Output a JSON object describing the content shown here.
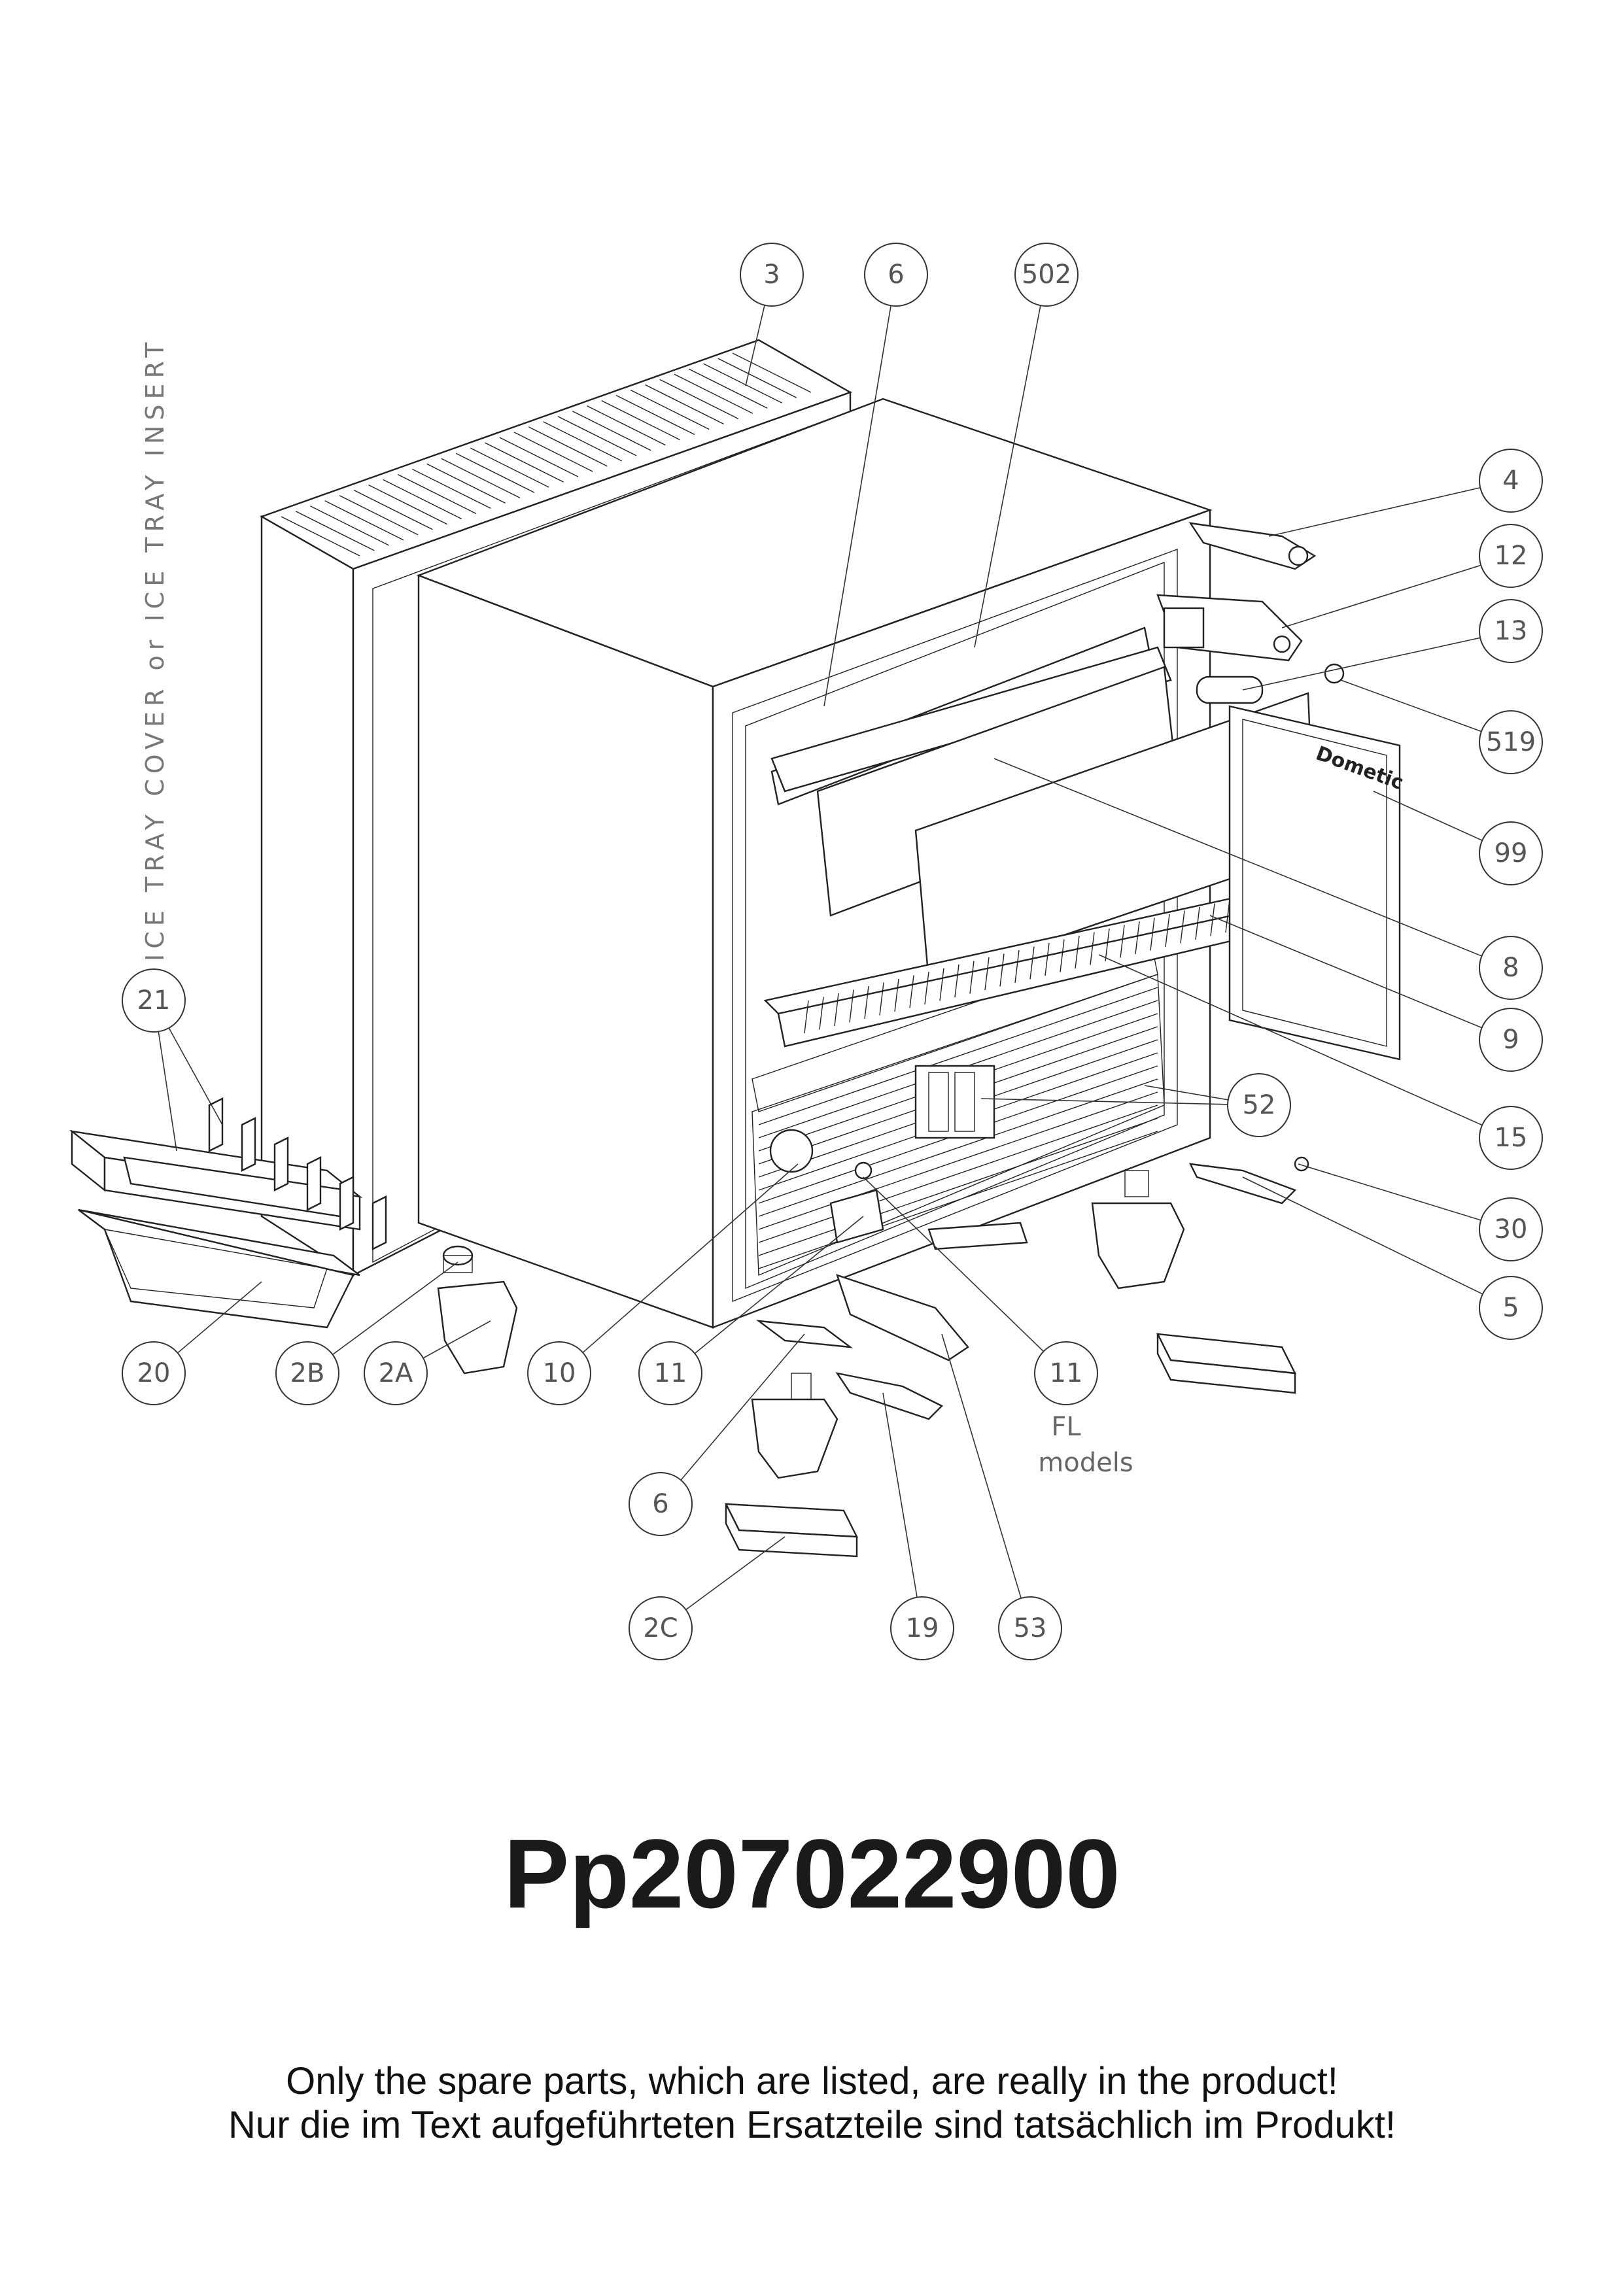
{
  "diagram": {
    "side_label": "ICE TRAY COVER or ICE TRAY INSERT",
    "note": [
      "FL",
      "models"
    ],
    "brand": "Dometic",
    "callouts": [
      {
        "id": "3"
      },
      {
        "id": "6"
      },
      {
        "id": "502"
      },
      {
        "id": "4"
      },
      {
        "id": "12"
      },
      {
        "id": "13"
      },
      {
        "id": "519"
      },
      {
        "id": "99"
      },
      {
        "id": "8"
      },
      {
        "id": "9"
      },
      {
        "id": "15"
      },
      {
        "id": "52"
      },
      {
        "id": "30"
      },
      {
        "id": "5"
      },
      {
        "id": "21"
      },
      {
        "id": "20"
      },
      {
        "id": "2B"
      },
      {
        "id": "2A"
      },
      {
        "id": "10"
      },
      {
        "id": "11"
      },
      {
        "id": "11"
      },
      {
        "id": "6"
      },
      {
        "id": "2C"
      },
      {
        "id": "19"
      },
      {
        "id": "53"
      }
    ]
  },
  "part_number": "Pp207022900",
  "disclaimer": {
    "line_en": "Only the spare parts, which are listed, are really in the product!",
    "line_de": "Nur die im Text aufgeführteten Ersatzteile sind tatsächlich im Produkt!"
  }
}
